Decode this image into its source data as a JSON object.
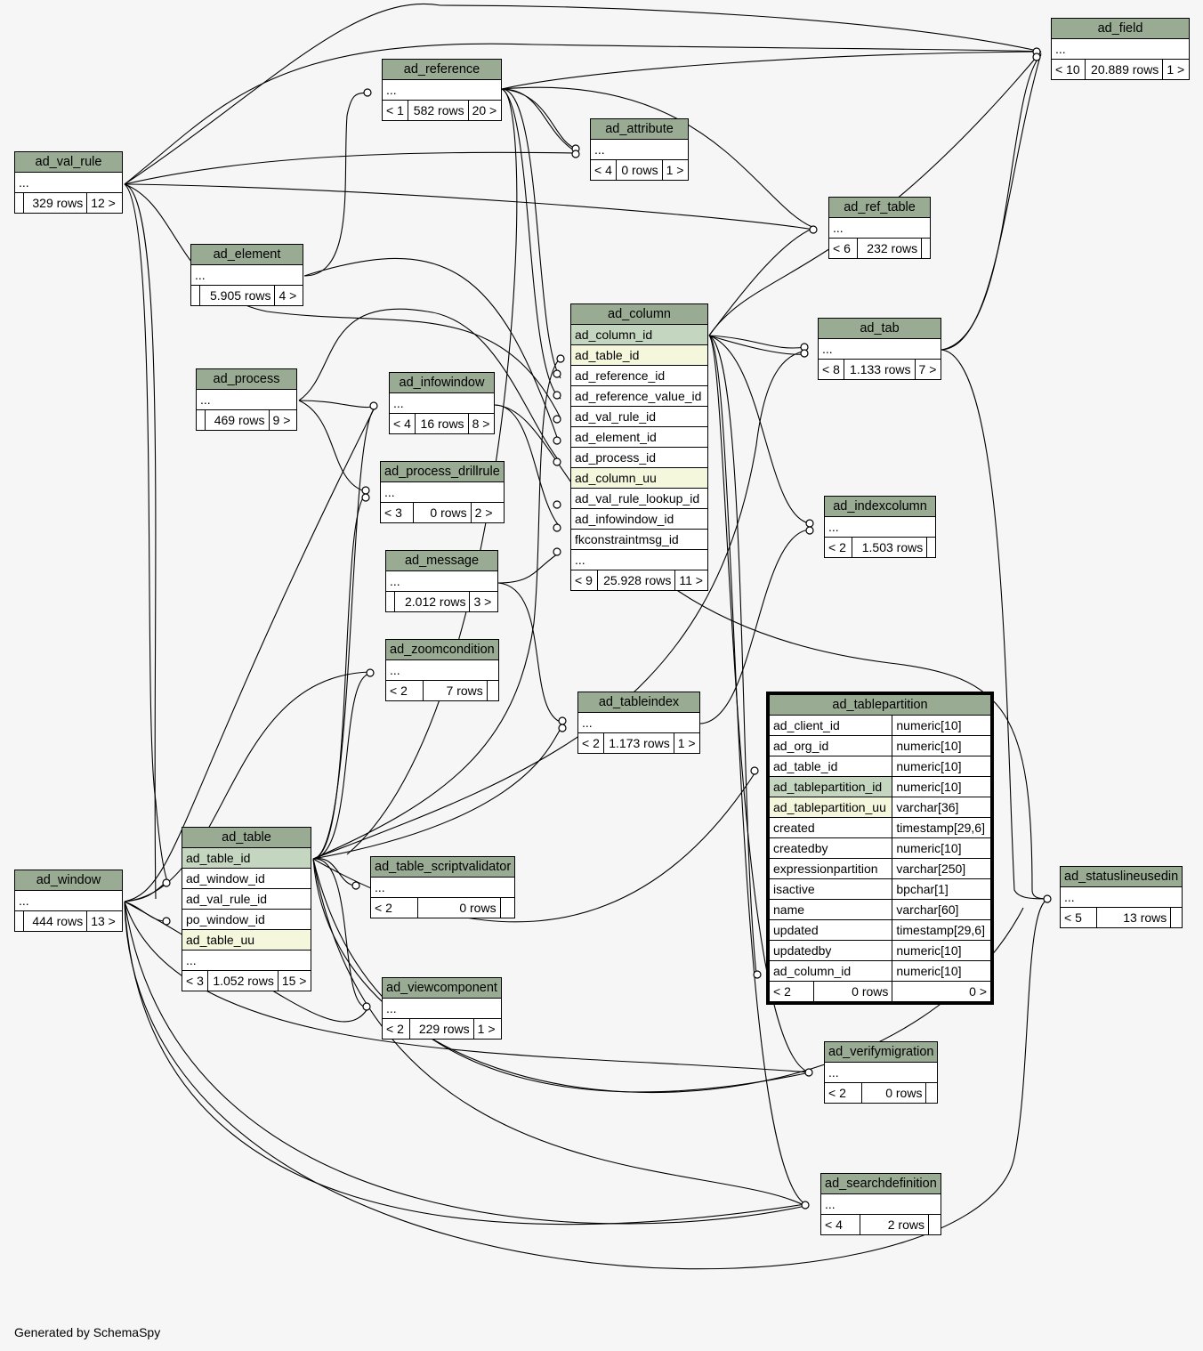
{
  "footer": "Generated by SchemaSpy",
  "colors": {
    "header": "#9aab94",
    "primary_key": "#c4d6bf",
    "unique_key": "#f4f7dc",
    "background": "#f6f6f6"
  },
  "tables": {
    "ad_field": {
      "name": "ad_field",
      "rows": [
        "..."
      ],
      "parents": "< 10",
      "rowcount": "20.889 rows",
      "children": "1 >"
    },
    "ad_reference": {
      "name": "ad_reference",
      "rows": [
        "..."
      ],
      "parents": "< 1",
      "rowcount": "582 rows",
      "children": "20 >"
    },
    "ad_attribute": {
      "name": "ad_attribute",
      "rows": [
        "..."
      ],
      "parents": "< 4",
      "rowcount": "0 rows",
      "children": "1 >"
    },
    "ad_val_rule": {
      "name": "ad_val_rule",
      "rows": [
        "..."
      ],
      "parents": "",
      "rowcount": "329 rows",
      "children": "12 >"
    },
    "ad_ref_table": {
      "name": "ad_ref_table",
      "rows": [
        "..."
      ],
      "parents": "< 6",
      "rowcount": "232 rows",
      "children": ""
    },
    "ad_element": {
      "name": "ad_element",
      "rows": [
        "..."
      ],
      "parents": "",
      "rowcount": "5.905 rows",
      "children": "4 >"
    },
    "ad_column": {
      "name": "ad_column",
      "rows": [
        "ad_column_id",
        "ad_table_id",
        "ad_reference_id",
        "ad_reference_value_id",
        "ad_val_rule_id",
        "ad_element_id",
        "ad_process_id",
        "ad_column_uu",
        "ad_val_rule_lookup_id",
        "ad_infowindow_id",
        "fkconstraintmsg_id",
        "..."
      ],
      "parents": "< 9",
      "rowcount": "25.928 rows",
      "children": "11 >"
    },
    "ad_tab": {
      "name": "ad_tab",
      "rows": [
        "..."
      ],
      "parents": "< 8",
      "rowcount": "1.133 rows",
      "children": "7 >"
    },
    "ad_process": {
      "name": "ad_process",
      "rows": [
        "..."
      ],
      "parents": "",
      "rowcount": "469 rows",
      "children": "9 >"
    },
    "ad_infowindow": {
      "name": "ad_infowindow",
      "rows": [
        "..."
      ],
      "parents": "< 4",
      "rowcount": "16 rows",
      "children": "8 >"
    },
    "ad_process_drillrule": {
      "name": "ad_process_drillrule",
      "rows": [
        "..."
      ],
      "parents": "< 3",
      "rowcount": "0 rows",
      "children": "2 >"
    },
    "ad_indexcolumn": {
      "name": "ad_indexcolumn",
      "rows": [
        "..."
      ],
      "parents": "< 2",
      "rowcount": "1.503 rows",
      "children": ""
    },
    "ad_message": {
      "name": "ad_message",
      "rows": [
        "..."
      ],
      "parents": "",
      "rowcount": "2.012 rows",
      "children": "3 >"
    },
    "ad_zoomcondition": {
      "name": "ad_zoomcondition",
      "rows": [
        "..."
      ],
      "parents": "< 2",
      "rowcount": "7 rows",
      "children": ""
    },
    "ad_tableindex": {
      "name": "ad_tableindex",
      "rows": [
        "..."
      ],
      "parents": "< 2",
      "rowcount": "1.173 rows",
      "children": "1 >"
    },
    "ad_tablepartition": {
      "name": "ad_tablepartition",
      "columns": [
        {
          "name": "ad_client_id",
          "type": "numeric[10]"
        },
        {
          "name": "ad_org_id",
          "type": "numeric[10]"
        },
        {
          "name": "ad_table_id",
          "type": "numeric[10]"
        },
        {
          "name": "ad_tablepartition_id",
          "type": "numeric[10]"
        },
        {
          "name": "ad_tablepartition_uu",
          "type": "varchar[36]"
        },
        {
          "name": "created",
          "type": "timestamp[29,6]"
        },
        {
          "name": "createdby",
          "type": "numeric[10]"
        },
        {
          "name": "expressionpartition",
          "type": "varchar[250]"
        },
        {
          "name": "isactive",
          "type": "bpchar[1]"
        },
        {
          "name": "name",
          "type": "varchar[60]"
        },
        {
          "name": "updated",
          "type": "timestamp[29,6]"
        },
        {
          "name": "updatedby",
          "type": "numeric[10]"
        },
        {
          "name": "ad_column_id",
          "type": "numeric[10]"
        }
      ],
      "parents": "< 2",
      "rowcount": "0 rows",
      "children": "0 >"
    },
    "ad_window": {
      "name": "ad_window",
      "rows": [
        "..."
      ],
      "parents": "",
      "rowcount": "444 rows",
      "children": "13 >"
    },
    "ad_table": {
      "name": "ad_table",
      "rows": [
        "ad_table_id",
        "ad_window_id",
        "ad_val_rule_id",
        "po_window_id",
        "ad_table_uu",
        "..."
      ],
      "parents": "< 3",
      "rowcount": "1.052 rows",
      "children": "15 >"
    },
    "ad_table_scriptvalidator": {
      "name": "ad_table_scriptvalidator",
      "rows": [
        "..."
      ],
      "parents": "< 2",
      "rowcount": "0 rows",
      "children": ""
    },
    "ad_statuslineusedin": {
      "name": "ad_statuslineusedin",
      "rows": [
        "..."
      ],
      "parents": "< 5",
      "rowcount": "13 rows",
      "children": ""
    },
    "ad_viewcomponent": {
      "name": "ad_viewcomponent",
      "rows": [
        "..."
      ],
      "parents": "< 2",
      "rowcount": "229 rows",
      "children": "1 >"
    },
    "ad_verifymigration": {
      "name": "ad_verifymigration",
      "rows": [
        "..."
      ],
      "parents": "< 2",
      "rowcount": "0 rows",
      "children": ""
    },
    "ad_searchdefinition": {
      "name": "ad_searchdefinition",
      "rows": [
        "..."
      ],
      "parents": "< 4",
      "rowcount": "2 rows",
      "children": ""
    }
  }
}
